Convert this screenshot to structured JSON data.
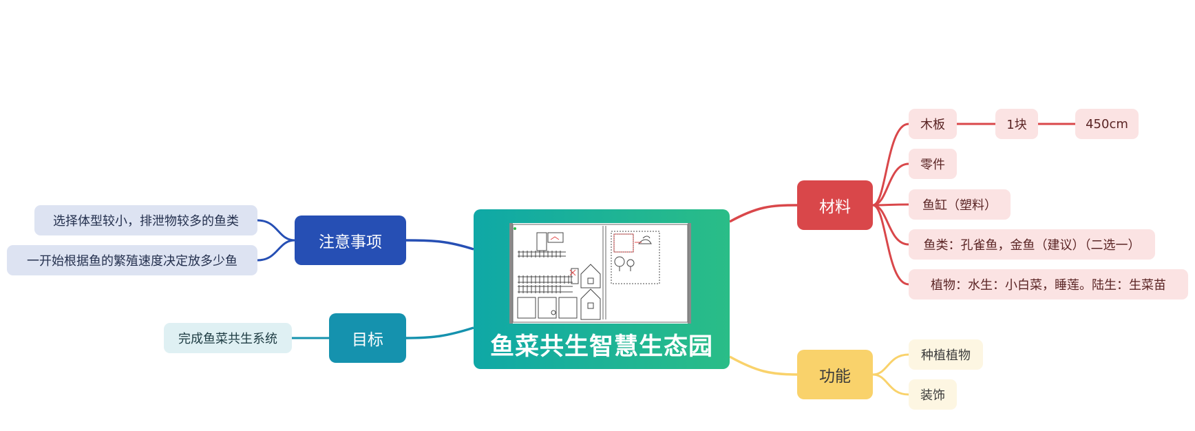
{
  "root": {
    "title": "鱼菜共生智慧生态园"
  },
  "colors": {
    "materials": "#d9474a",
    "function": "#f9d26b",
    "notes": "#264fb4",
    "goal": "#1592ae",
    "root_start": "#0fa8a6",
    "root_end": "#2abd87"
  },
  "materials": {
    "label": "材料",
    "items": [
      {
        "label": "木板",
        "children": [
          {
            "label": "1块",
            "children": [
              {
                "label": "450cm"
              }
            ]
          }
        ]
      },
      {
        "label": "零件"
      },
      {
        "label": "鱼缸（塑料）"
      },
      {
        "label": "鱼类：孔雀鱼，金鱼（建议）（二选一）"
      },
      {
        "label": "植物：水生：小白菜，睡莲。陆生：生菜苗"
      }
    ]
  },
  "function": {
    "label": "功能",
    "items": [
      {
        "label": "种植植物"
      },
      {
        "label": "装饰"
      }
    ]
  },
  "notes": {
    "label": "注意事项",
    "items": [
      {
        "label": "选择体型较小，排泄物较多的鱼类"
      },
      {
        "label": "一开始根据鱼的繁殖速度决定放多少鱼"
      }
    ]
  },
  "goal": {
    "label": "目标",
    "items": [
      {
        "label": "完成鱼菜共生系统"
      }
    ]
  }
}
